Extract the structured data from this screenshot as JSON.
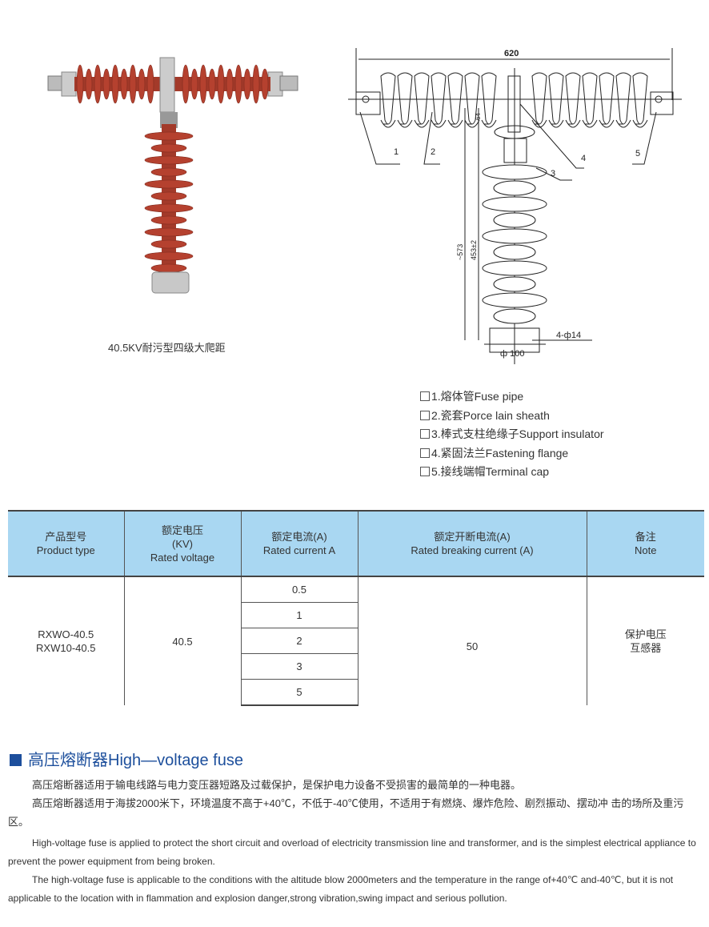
{
  "photo": {
    "caption": "40.5KV耐污型四级大爬距"
  },
  "drawing": {
    "dim_width": "620",
    "dim_height_total": "~573",
    "dim_height": "453±2",
    "dim_small": "64",
    "dim_base": "ф 100",
    "dim_holes": "4-ф14",
    "callouts": [
      "1",
      "2",
      "3",
      "4",
      "5"
    ]
  },
  "legend": [
    "1.熔体管Fuse pipe",
    "2.瓷套Porce lain sheath",
    "3.棒式支柱绝缘子Support insulator",
    "4.紧固法兰Fastening flange",
    "5.接线端帽Terminal cap"
  ],
  "table": {
    "headers": [
      [
        "产品型号",
        "Product type"
      ],
      [
        "额定电压",
        "(KV)",
        "Rated voltage"
      ],
      [
        "额定电流(A)",
        "Rated current A"
      ],
      [
        "额定开断电流(A)",
        "Rated breaking current (A)"
      ],
      [
        "备注",
        "Note"
      ]
    ],
    "models": [
      "RXWO-40.5",
      "RXW10-40.5"
    ],
    "voltage": "40.5",
    "currents": [
      "0.5",
      "1",
      "2",
      "3",
      "5"
    ],
    "breaking": "50",
    "note": [
      "保护电压",
      "互感器"
    ]
  },
  "section": {
    "title": "高压熔断器High—voltage fuse",
    "paragraphs": [
      "高压熔断器适用于输电线路与电力变压器短路及过载保护，是保护电力设备不受损害的最简单的一种电器。",
      "高压熔断器适用于海拔2000米下，环境温度不高于+40℃，不低于-40℃使用，不适用于有燃烧、爆炸危险、剧烈振动、摆动冲 击的场所及重污区。",
      "High-voltage fuse is applied to protect the short circuit and overload of electricity transmission line and transformer, and is the simplest electrical appliance to prevent the power equipment from being broken.",
      "The high-voltage fuse is applicable to the conditions with the altitude blow 2000meters and the temperature in the range of+40℃ and-40℃, but it is not applicable to the location with in flammation and explosion danger,strong vibration,swing impact and serious pollution."
    ]
  },
  "colors": {
    "insulator": "#b5412f",
    "table_header": "#a9d7f2",
    "accent": "#1d4f9c"
  }
}
